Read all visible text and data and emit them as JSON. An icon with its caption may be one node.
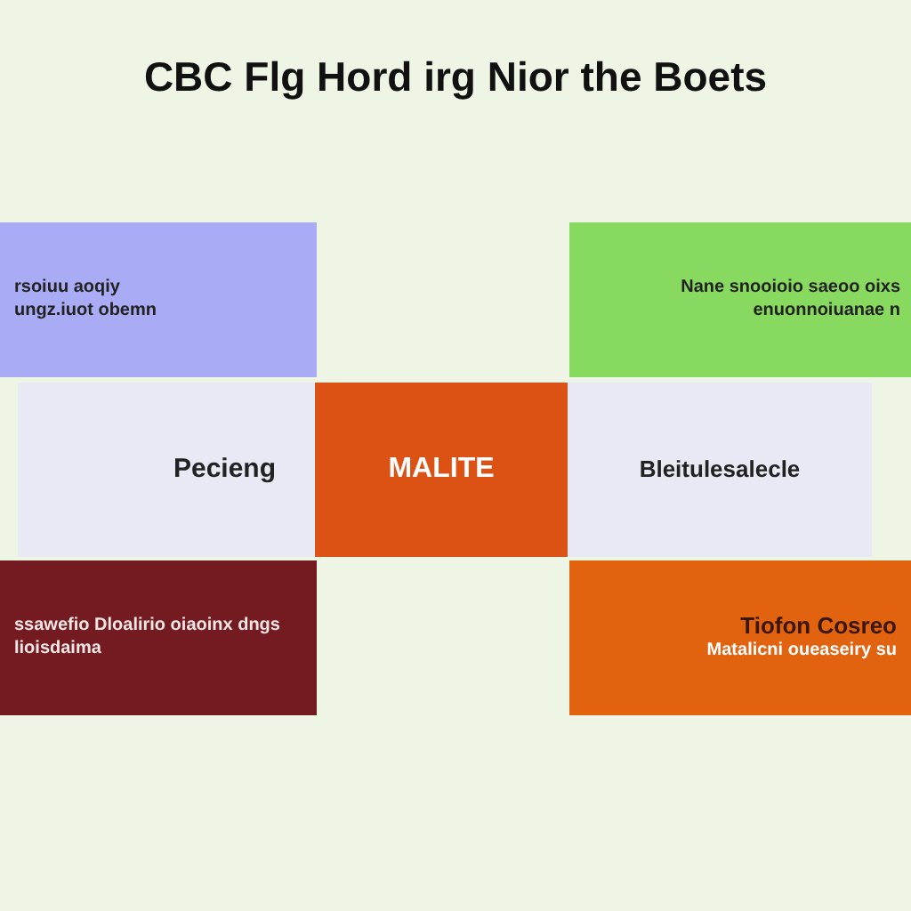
{
  "diagram": {
    "title": "CBC Flg Hord irg Nior the Boets",
    "nodes": [
      {
        "text": [
          "rsoiuu aoqiy ungz.iuot obemn"
        ]
      },
      {
        "text": [
          "Nane snooioio saeoo oixs enuonnoiuanae n"
        ]
      },
      {
        "text": [
          "Pecieng"
        ]
      },
      {
        "text": [
          "MALITE"
        ]
      },
      {
        "text": [
          "Bleitulesalecle"
        ]
      },
      {
        "text": [
          "ssawefio Dloalirio oiaoinx dngs lioisdaima"
        ]
      },
      {
        "text": [
          "Tiofon Cosreo",
          "Matalicni oueaseiry su"
        ]
      }
    ]
  }
}
